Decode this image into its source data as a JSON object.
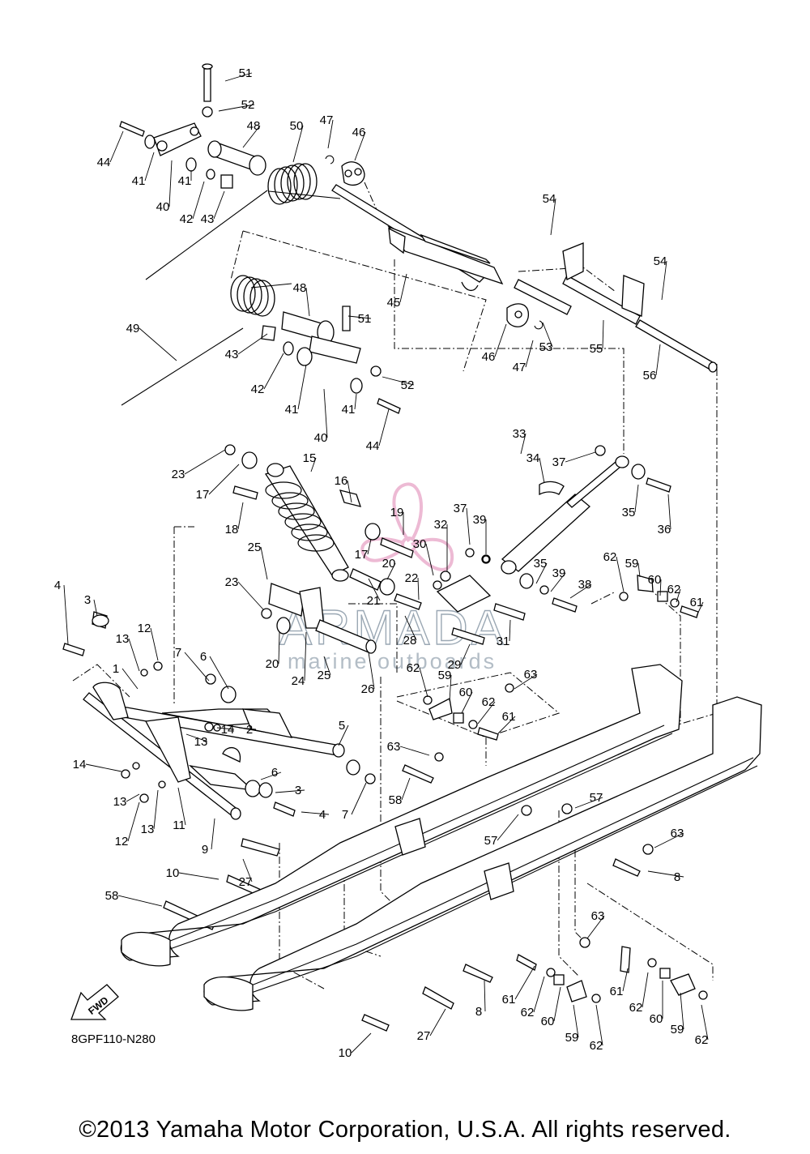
{
  "diagram": {
    "code": "8GPF110-N280",
    "fwd_label": "FWD",
    "copyright": "©2013 Yamaha Motor Corporation, U.S.A. All rights reserved.",
    "watermark": {
      "brand": "ARMADA",
      "tagline": "marine outboards"
    },
    "callouts": [
      "51",
      "52",
      "44",
      "41",
      "40",
      "41",
      "42",
      "43",
      "48",
      "50",
      "47",
      "46",
      "54",
      "45",
      "54",
      "53",
      "46",
      "47",
      "55",
      "56",
      "49",
      "48",
      "51",
      "43",
      "42",
      "41",
      "52",
      "41",
      "40",
      "44",
      "23",
      "17",
      "15",
      "16",
      "18",
      "19",
      "17",
      "30",
      "32",
      "37",
      "39",
      "33",
      "34",
      "37",
      "35",
      "36",
      "25",
      "20",
      "21",
      "22",
      "23",
      "20",
      "24",
      "25",
      "28",
      "26",
      "29",
      "31",
      "35",
      "39",
      "38",
      "62",
      "59",
      "60",
      "62",
      "61",
      "4",
      "3",
      "12",
      "13",
      "7",
      "6",
      "62",
      "59",
      "60",
      "62",
      "61",
      "63",
      "1",
      "13",
      "14",
      "5",
      "14",
      "2",
      "6",
      "3",
      "13",
      "12",
      "13",
      "11",
      "9",
      "4",
      "7",
      "63",
      "58",
      "57",
      "57",
      "63",
      "8",
      "27",
      "10",
      "58",
      "63",
      "61",
      "62",
      "60",
      "59",
      "62",
      "61",
      "62",
      "60",
      "59",
      "62",
      "8",
      "27",
      "10"
    ]
  }
}
